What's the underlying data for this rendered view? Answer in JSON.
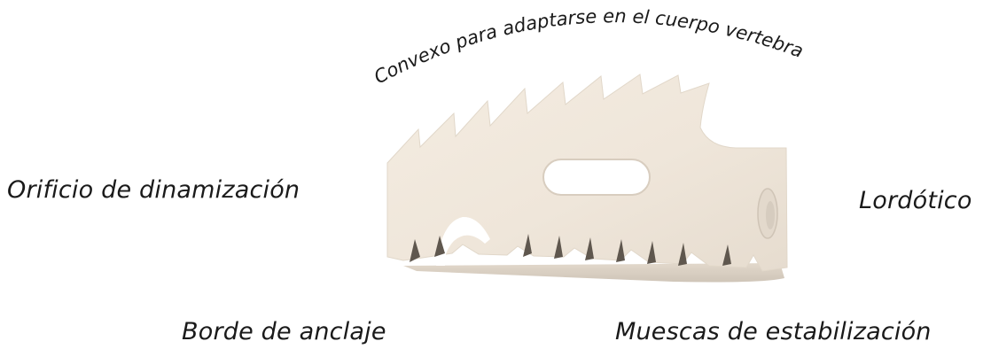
{
  "labels": {
    "top_arc": "Convexo para adaptarse en el cuerpo vertebral",
    "left": "Orificio de dinamización",
    "right": "Lordótico",
    "bottom_left": "Borde de anclaje",
    "bottom_right": "Muescas de estabilización"
  },
  "colors": {
    "implant_face": "#efe6da",
    "implant_light": "#f6f0e7",
    "implant_shadow": "#d9cfc2",
    "text": "#1a1a1a",
    "background": "#ffffff"
  }
}
